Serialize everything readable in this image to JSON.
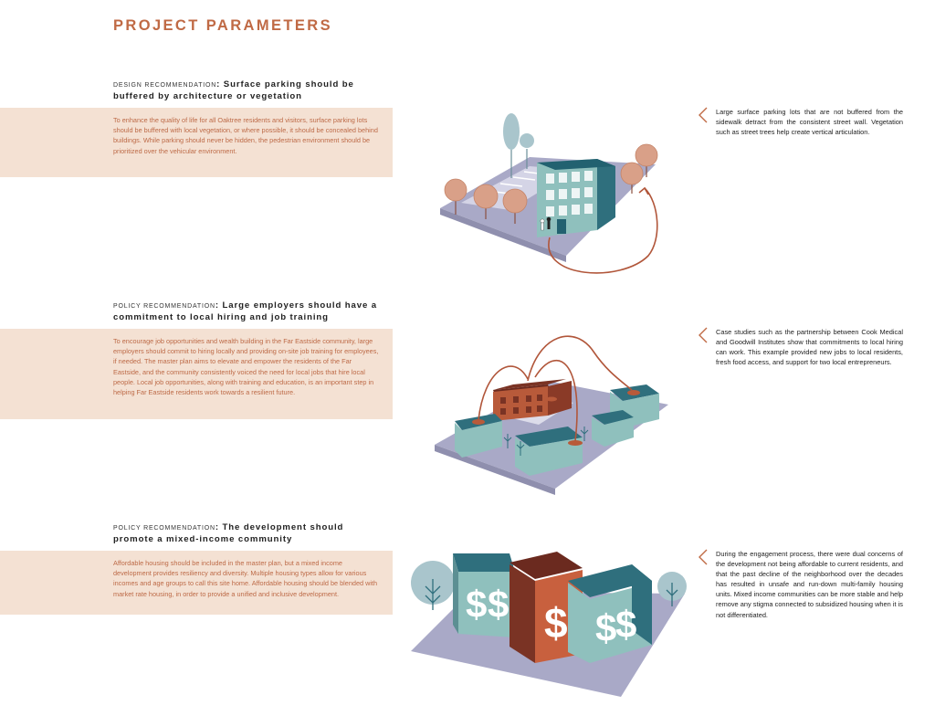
{
  "page_title": "PROJECT PARAMETERS",
  "sections": [
    {
      "kind": "DESIGN RECOMMENDATION",
      "separator": ": ",
      "heading": "Surface parking should be buffered by architecture or vegetation",
      "body": "To enhance the quality of life for all Oaktree residents and visitors, surface parking lots should be buffered with local vegetation, or where possible, it should be concealed behind buildings. While parking should never be hidden, the pedestrian environment should be prioritized over the vehicular environment.",
      "note": "Large surface parking lots that are not buffered from the sidewalk detract from the consistent street wall. Vegetation such as street trees help create vertical articulation."
    },
    {
      "kind": "POLICY RECOMMENDATION",
      "separator": ": ",
      "heading": "Large employers should have a commitment to local hiring and job training",
      "body": "To encourage job opportunities and wealth building in the Far Eastside community, large employers should commit to hiring locally and providing on-site job training for employees, if needed. The master plan aims to elevate and empower the residents of the Far Eastside, and the community consistently voiced the need for local jobs that hire local people. Local job opportunities, along with training and education, is an important step in helping Far Eastside residents work towards a resilient future.",
      "note": "Case studies such as the partnership between Cook Medical and Goodwill Institutes show that commitments to local hiring can work. This example provided new jobs to local residents, fresh food access, and support for two local entrepreneurs."
    },
    {
      "kind": "POLICY RECOMMENDATION",
      "separator": ": ",
      "heading": "The development should promote a mixed-income community",
      "body": "Affordable housing should be included in the master plan, but a mixed income development provides resiliency and diversity. Multiple housing types allow for various incomes and age groups to call this site home. Affordable housing should be blended with market rate housing, in order to provide a unified and inclusive development.",
      "note": "During the engagement process, there were dual concerns of the development not being affordable to current residents, and that the past decline of the neighborhood over the decades has resulted in unsafe and run-down multi-family housing units. Mixed income communities can be more stable and help remove any stigma connected to subsidized housing when it is not differentiated."
    }
  ],
  "illustration_glyph": "$",
  "colors": {
    "accent": "#c06a45",
    "panel_bg": "#f4e1d3",
    "ground": "#a9a9c7",
    "building_teal": "#2f6f7d",
    "building_light": "#8fc0bd",
    "brick": "#b85a3a",
    "tree_orange": "#d9a088",
    "tree_blue": "#a9c5cc"
  },
  "icons": [
    "chevron-left-icon",
    "tree-icon",
    "dollar-sign-icon",
    "arrow-icon"
  ]
}
